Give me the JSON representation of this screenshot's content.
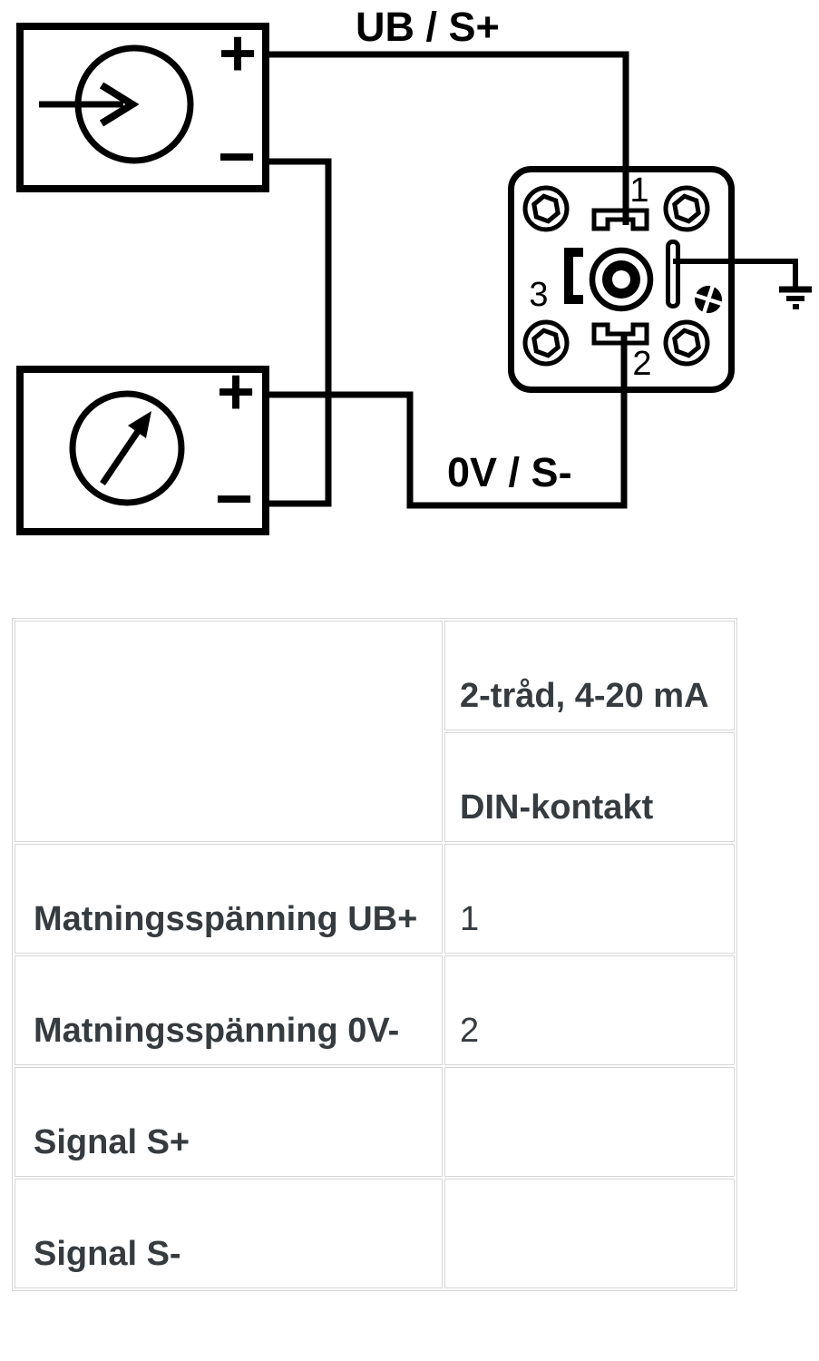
{
  "diagram": {
    "top_wire_label": "UB / S+",
    "bottom_wire_label": "0V / S-",
    "pin_labels": {
      "pin1": "1",
      "pin2": "2",
      "pin3": "3"
    },
    "source_terminals": {
      "plus": "+",
      "minus": "−"
    },
    "meter_terminals": {
      "plus": "+",
      "minus": "−"
    }
  },
  "table": {
    "header": {
      "signal_type": "2-tråd, 4-20 mA",
      "connector_type": "DIN-kontakt"
    },
    "rows": [
      {
        "label": "Matningsspänning UB+",
        "value": "1"
      },
      {
        "label": "Matningsspänning 0V-",
        "value": "2"
      },
      {
        "label": "Signal S+",
        "value": ""
      },
      {
        "label": "Signal S-",
        "value": ""
      }
    ]
  },
  "colors": {
    "diagram_ink": "#000000",
    "table_border": "#d6d6d6",
    "table_text": "#363b40"
  }
}
